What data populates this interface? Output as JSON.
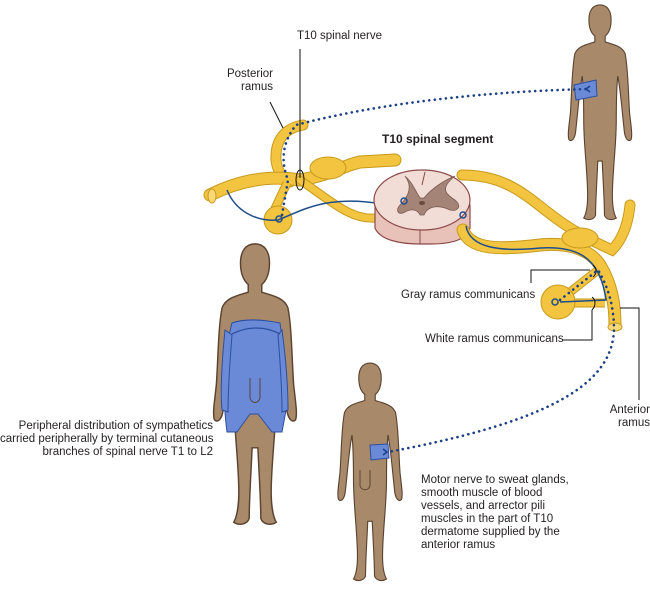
{
  "title": "T10 spinal segment",
  "colors": {
    "nerve_fill": "#f3c43f",
    "nerve_stroke": "#c79a1c",
    "fiber_line": "#1f4e8c",
    "dotted_fiber": "#1b3f86",
    "skin": "#a88a6a",
    "skin_stroke": "#5b4330",
    "dermatome": "#6a8ad8",
    "cord_white": "#f2dcd6",
    "cord_gray": "#a58478",
    "cord_stroke": "#8c4a4a"
  },
  "labels": {
    "spinal_nerve": "T10 spinal nerve",
    "posterior_ramus": [
      "Posterior",
      "ramus"
    ],
    "segment": "T10 spinal segment",
    "gray_ramus": "Gray ramus communicans",
    "white_ramus": "White ramus communicans",
    "anterior_ramus": [
      "Anterior",
      "ramus"
    ],
    "peripheral_distribution": [
      "Peripheral distribution of sympathetics",
      "carried peripherally by terminal cutaneous",
      "branches of spinal nerve T1 to L2"
    ],
    "motor_nerve": [
      "Motor nerve to sweat glands,",
      "smooth muscle of blood",
      "vessels, and arrector pili",
      "muscles in the part of T10",
      "dermatome supplied by the",
      "anterior ramus"
    ]
  },
  "figures": [
    {
      "name": "posterior-view-figure",
      "dermatome": "T10 posterior band"
    },
    {
      "name": "anterior-view-figure-sympathetic",
      "dermatome": "T1 to L2 distribution"
    },
    {
      "name": "anterior-view-figure-t10",
      "dermatome": "T10 anterior band"
    }
  ]
}
